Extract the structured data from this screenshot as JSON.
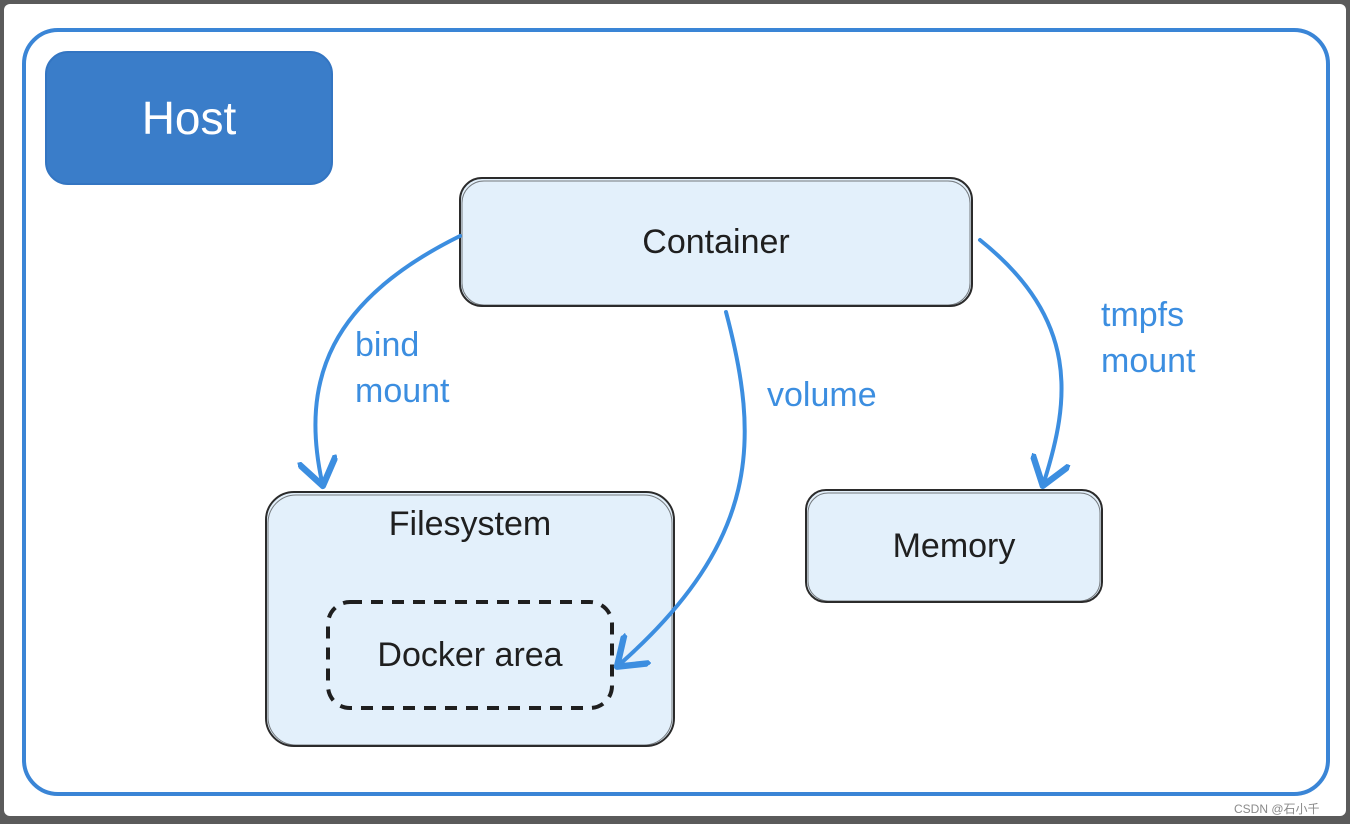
{
  "host": {
    "title": "Host"
  },
  "nodes": {
    "container": "Container",
    "filesystem": "Filesystem",
    "docker_area": "Docker area",
    "memory": "Memory"
  },
  "edges": {
    "bind_mount_line1": "bind",
    "bind_mount_line2": "mount",
    "volume": "volume",
    "tmpfs_mount_line1": "tmpfs",
    "tmpfs_mount_line2": "mount"
  },
  "watermark": "CSDN @石小千",
  "colors": {
    "host_border": "#3a85d6",
    "host_title_bg": "#3a7dc9",
    "node_fill": "#e3f0fb",
    "node_border": "#2b2b2b",
    "arrow": "#3c8ee0",
    "label_text": "#3c8ee0"
  }
}
